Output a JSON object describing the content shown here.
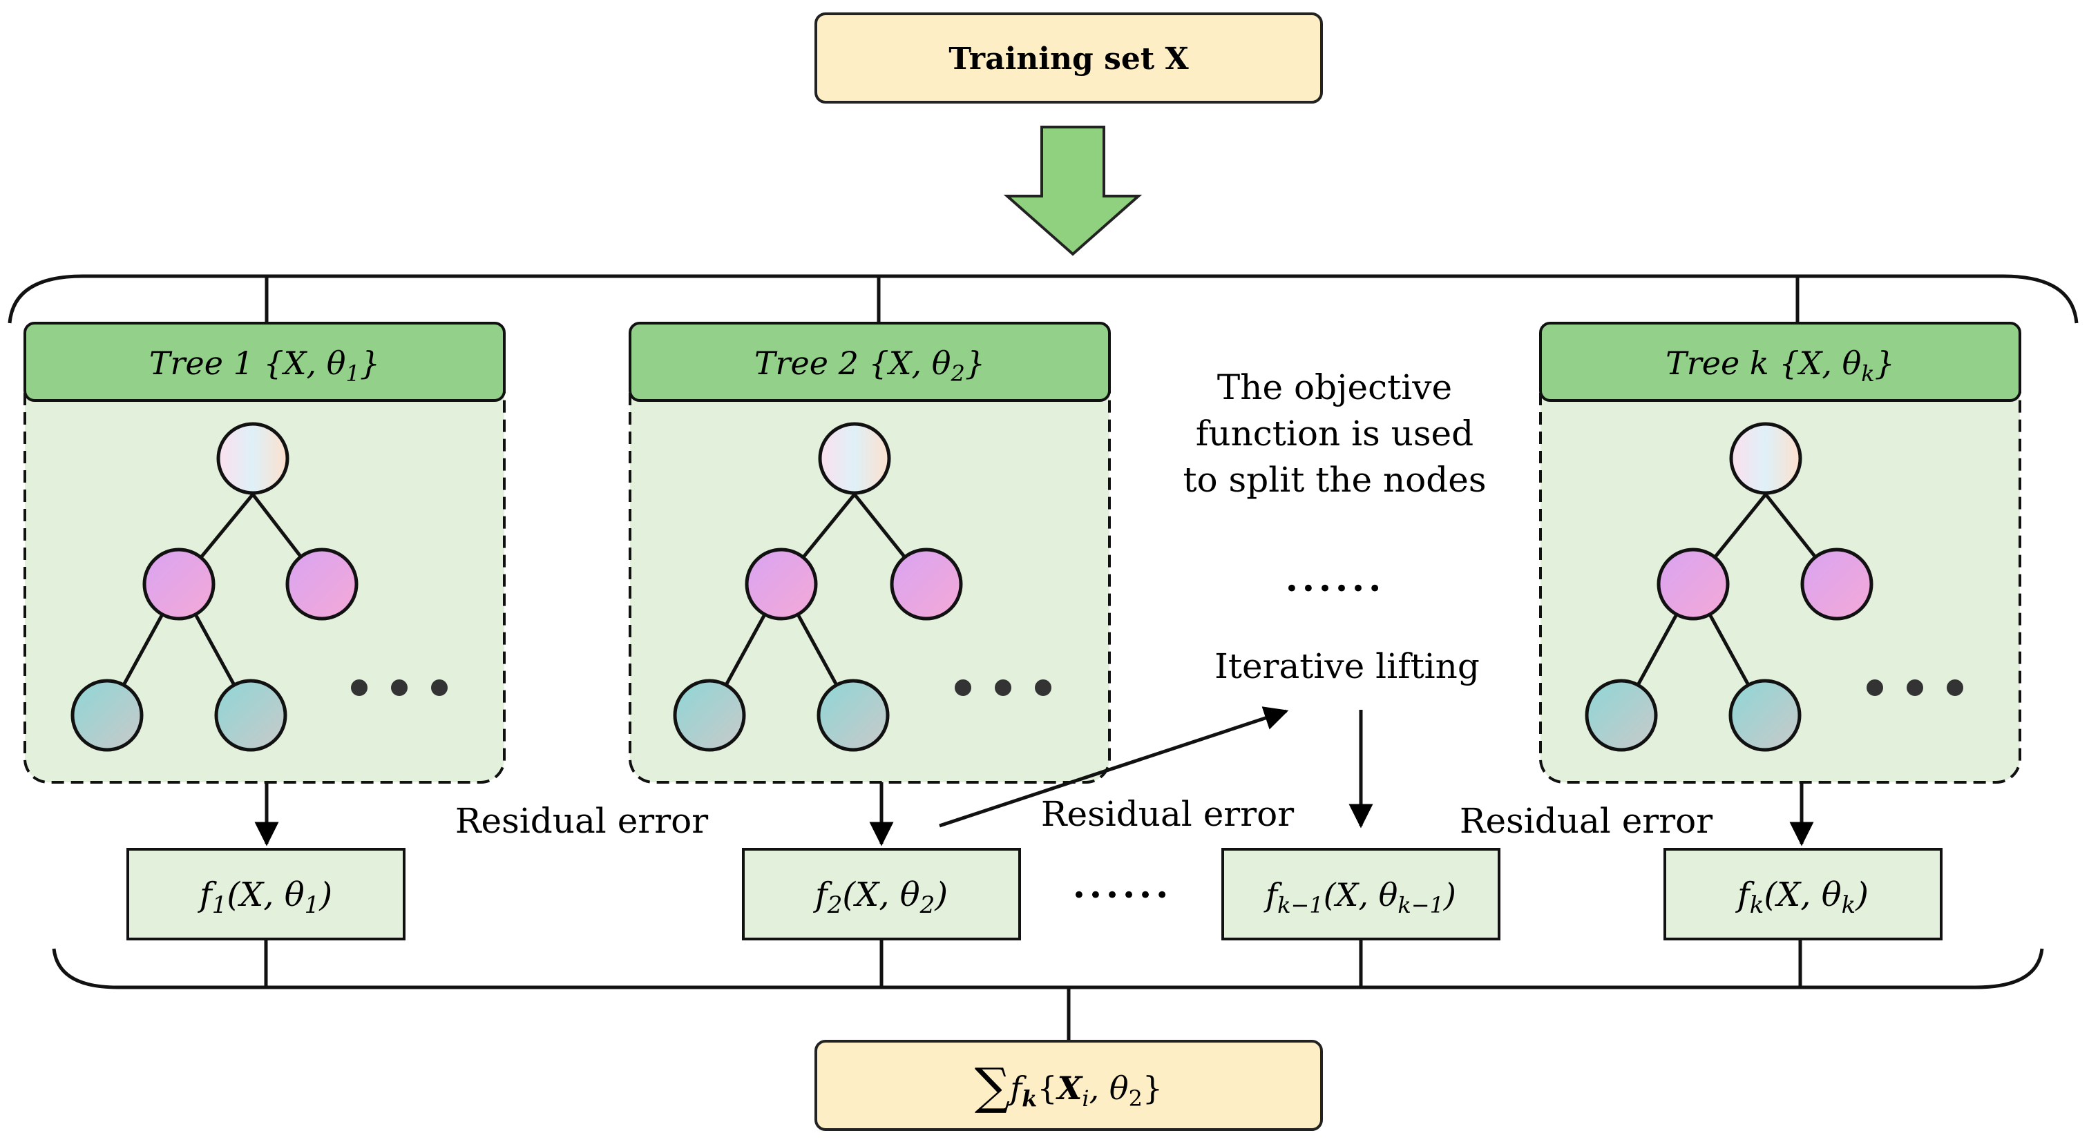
{
  "input_box": {
    "label": "Training set X"
  },
  "trees": [
    {
      "name": "Tree 1",
      "params": "{X, θ",
      "param_sub": "1",
      "close": "}"
    },
    {
      "name": "Tree 2",
      "params": "{X, θ",
      "param_sub": "2",
      "close": "}"
    },
    {
      "name": "Tree k",
      "params": "{X, θ",
      "param_sub": "k",
      "close": "}"
    }
  ],
  "functions": [
    {
      "f": "f",
      "sub": "1",
      "args": "(X, θ",
      "arg_sub": "1",
      "close": ")"
    },
    {
      "f": "f",
      "sub": "2",
      "args": "(X, θ",
      "arg_sub": "2",
      "close": ")"
    },
    {
      "f": "f",
      "sub": "k−1",
      "args": "(X, θ",
      "arg_sub": "k−1",
      "close": ")"
    },
    {
      "f": "f",
      "sub": "k",
      "args": "(X, θ",
      "arg_sub": "k",
      "close": ")"
    }
  ],
  "annotations": {
    "objective_line1": "The objective",
    "objective_line2": "function is used",
    "objective_line3": "to split the nodes",
    "iterative": "Iterative lifting",
    "residual": "Residual error",
    "dots": "••••••"
  },
  "output_box": {
    "sum": "∑",
    "f": "f",
    "f_sub": "k",
    "open": "{",
    "x": "X",
    "x_sub": "i",
    "rest": ", θ",
    "theta_sub": "2",
    "close": "}"
  },
  "colors": {
    "cream": "#fdeec5",
    "green_header": "#93d18a",
    "green_panel": "#e3f1dc",
    "green_arrow": "#8fd17f",
    "f_box": "#e3f1dc"
  }
}
